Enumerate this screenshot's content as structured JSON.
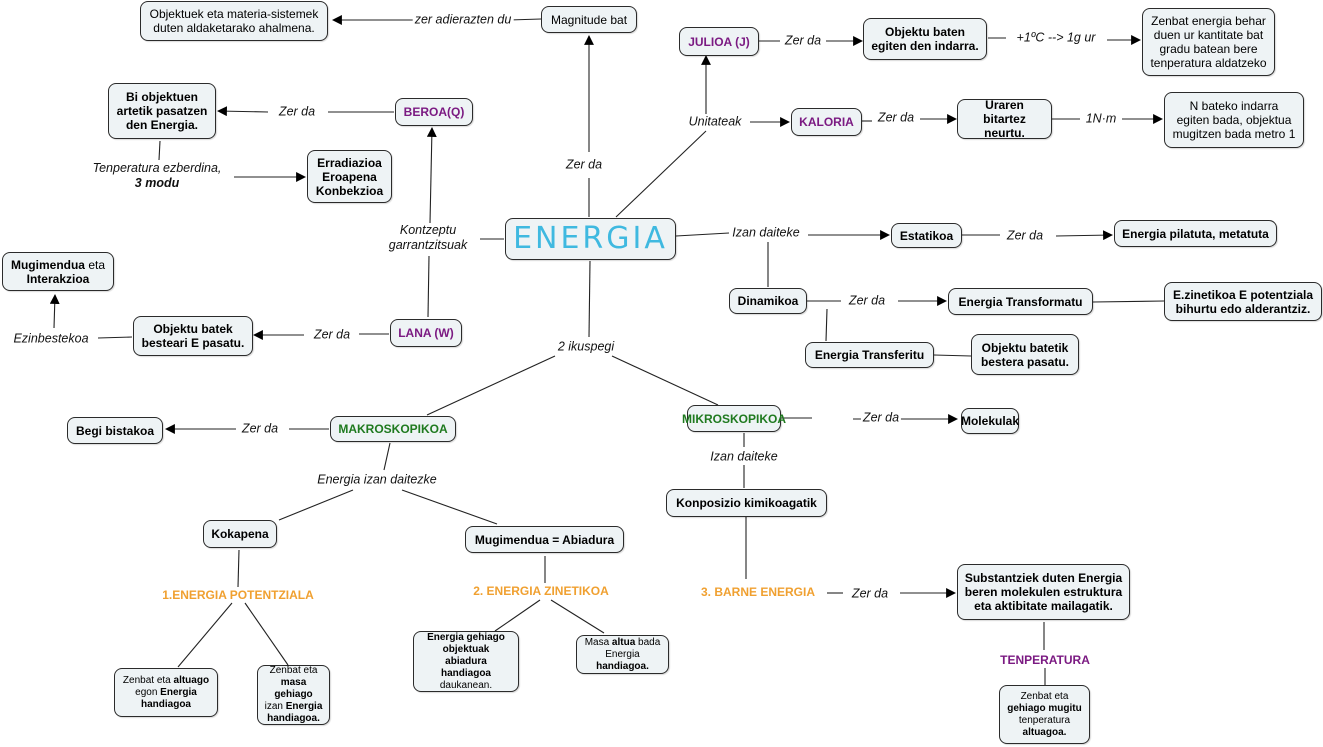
{
  "map": {
    "title": "ENERGIA",
    "colors": {
      "node_fill": "#eef3f5",
      "main_text": "#3fb9e0",
      "unit_purple": "#7b1a82",
      "view_green": "#1f7a1f",
      "energy_type_orange": "#f0a030"
    },
    "nodes": {
      "energia": "ENERGIA",
      "magnitude": "Magnitude bat",
      "ahalmena": "Objektuek eta materia-sistemek\nduten aldaketarako ahalmena.",
      "beroa": "BEROA(Q)",
      "bi_objektuen": "Bi objektuen\nartetik pasatzen\nden Energia.",
      "modu3": "Erradiazioa\nEroapena\nKonbekzioa",
      "julioa": "JULIOA (J)",
      "objektu_indarra": "Objektu baten\negiten den indarra.",
      "zenbat_energia": "Zenbat energia behar\nduen ur kantitate bat\ngradu batean bere\ntenperatura aldatzeko",
      "kaloria": "KALORIA",
      "uraren": "Uraren bitartez\nneurtu.",
      "n_bateko": "N bateko indarra\negiten bada, objektua\nmugitzen bada metro 1",
      "estatikoa": "Estatikoa",
      "pilatuta": "Energia pilatuta, metatuta",
      "dinamikoa": "Dinamikoa",
      "transformatu": "Energia Transformatu",
      "ezinetikoa": "E.zinetikoa E potentziala\nbihurtu edo alderantziz.",
      "transferitu": "Energia Transferitu",
      "batetik": "Objektu batetik\nbestera pasatu.",
      "mugimendua_interakzioa": {
        "b1": "Mugimendua",
        "t1": " eta",
        "b2": "Interakzioa"
      },
      "objektu_batek": "Objektu batek\nbesteari E pasatu.",
      "lana": "LANA (W)",
      "makroskopikoa": "MAKROSKOPIKOA",
      "begi": "Begi bistakoa",
      "mikroskopikoa": "MIKROSKOPIKOA",
      "molekulak": "Molekulak",
      "kokapena": "Kokapena",
      "mugimendua_abiadura": "Mugimendua = Abiadura",
      "konposizio": "Konposizio kimikoagatik",
      "substantziek": "Substantziek duten Energia\nberen molekulen estruktura\neta aktibitate mailagatik.",
      "pot_a": {
        "t1": "Zenbat eta ",
        "b1": "altuago",
        "t2": "egon ",
        "b2": "Energia",
        "b3": "handiagoa"
      },
      "pot_b": {
        "t1": "Zenbat eta",
        "b1": "masa gehiago",
        "t2": "izan ",
        "b2": "Energia",
        "b3": "handiagoa."
      },
      "zin_a": {
        "b1": "Energia gehiago",
        "b2": "objektuak",
        "b3": "abiadura",
        "b4": "handiagoa",
        "t1": " daukanean."
      },
      "zin_b": {
        "t1": "Masa ",
        "b1": "altua",
        "t2": " bada",
        "t3": "Energia ",
        "b2": "handiagoa."
      },
      "temp": {
        "t1": "Zenbat eta",
        "b1": "gehiago mugitu",
        "t2": "tenperatura",
        "b2": "altuagoa."
      }
    },
    "link_labels": {
      "zer_adierazten": "zer adierazten du",
      "zer_da_top": "Zer da",
      "zer_da_beroa": "Zer da",
      "tenperatura_ezberdina": "Tenperatura ezberdina,",
      "modu_3": "3 modu",
      "kontzeptu": "Kontzeptu\ngarrantzitsuak",
      "unitateak": "Unitateak",
      "zer_da_julioa": "Zer da",
      "plus1c": "+1ºC --> 1g ur",
      "zer_da_kaloria": "Zer da",
      "nm": "1N·m",
      "izan_daiteke_right": "Izan daiteke",
      "zer_da_estatikoa": "Zer da",
      "zer_da_dinamikoa": "Zer da",
      "zer_da_lana": "Zer da",
      "ezinbestekoa": "Ezinbestekoa",
      "ikuspegi": "2 ikuspegi",
      "zer_da_makro": "Zer da",
      "energia_izan": "Energia izan daitezke",
      "zer_da_mikro": "Zer da",
      "izan_daiteke_mikro": "Izan daiteke",
      "zer_da_barne": "Zer da"
    },
    "energy_types": {
      "potentziala": "1.ENERGIA POTENTZIALA",
      "zinetikoa": "2. ENERGIA ZINETIKOA",
      "barne": "3. BARNE ENERGIA"
    },
    "tenperatura": "TENPERATURA"
  }
}
